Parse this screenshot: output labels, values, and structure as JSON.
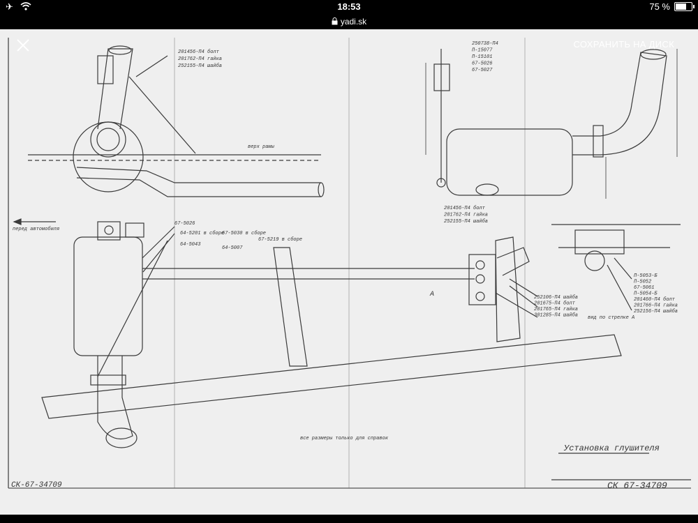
{
  "status": {
    "time": "18:53",
    "battery": "75 %",
    "battery_level": 0.75
  },
  "browser": {
    "url": "yadi.sk"
  },
  "toolbar": {
    "close_icon": "close-icon",
    "save_label": "СОХРАНИТЬ НА ДИСК"
  },
  "drawing": {
    "ref_top": [
      "201456-П4 болт",
      "201762-П4 гайка",
      "252155-П4 шайба"
    ],
    "frame_top": "верх рамы",
    "ref_right_top": [
      "250738-П4",
      "П-15077",
      "П-15101",
      "67-5026",
      "67-5027"
    ],
    "ref_right_low": [
      "201456-П4 болт",
      "201762-П4 гайка",
      "252155-П4 шайба"
    ],
    "direction": "перед автомобиля",
    "c1": "67-5026",
    "c2": "64-5201 в сборе",
    "c3": "64-5043",
    "c4": "67-5030 в сборе",
    "c5": "64-5007",
    "c6": "67-5219 в сборе",
    "ref_center": [
      "252106-П4 шайба",
      "201675-П4 болт",
      "201765-П4 гайка",
      "301285-П4 шайба"
    ],
    "view_a_label": "А",
    "ref_view_a": [
      "П-5053-Б",
      "П-5052",
      "67-5061",
      "П-5054-Б",
      "201460-П4 болт",
      "201766-П4 гайка",
      "252156-П4 шайба"
    ],
    "view_a_caption": "вид по стрелке А",
    "dims_note": "все размеры только для справок",
    "title": "Установка глушителя",
    "code_right": "СК 67-34709",
    "code_left": "СК-67-34709"
  }
}
